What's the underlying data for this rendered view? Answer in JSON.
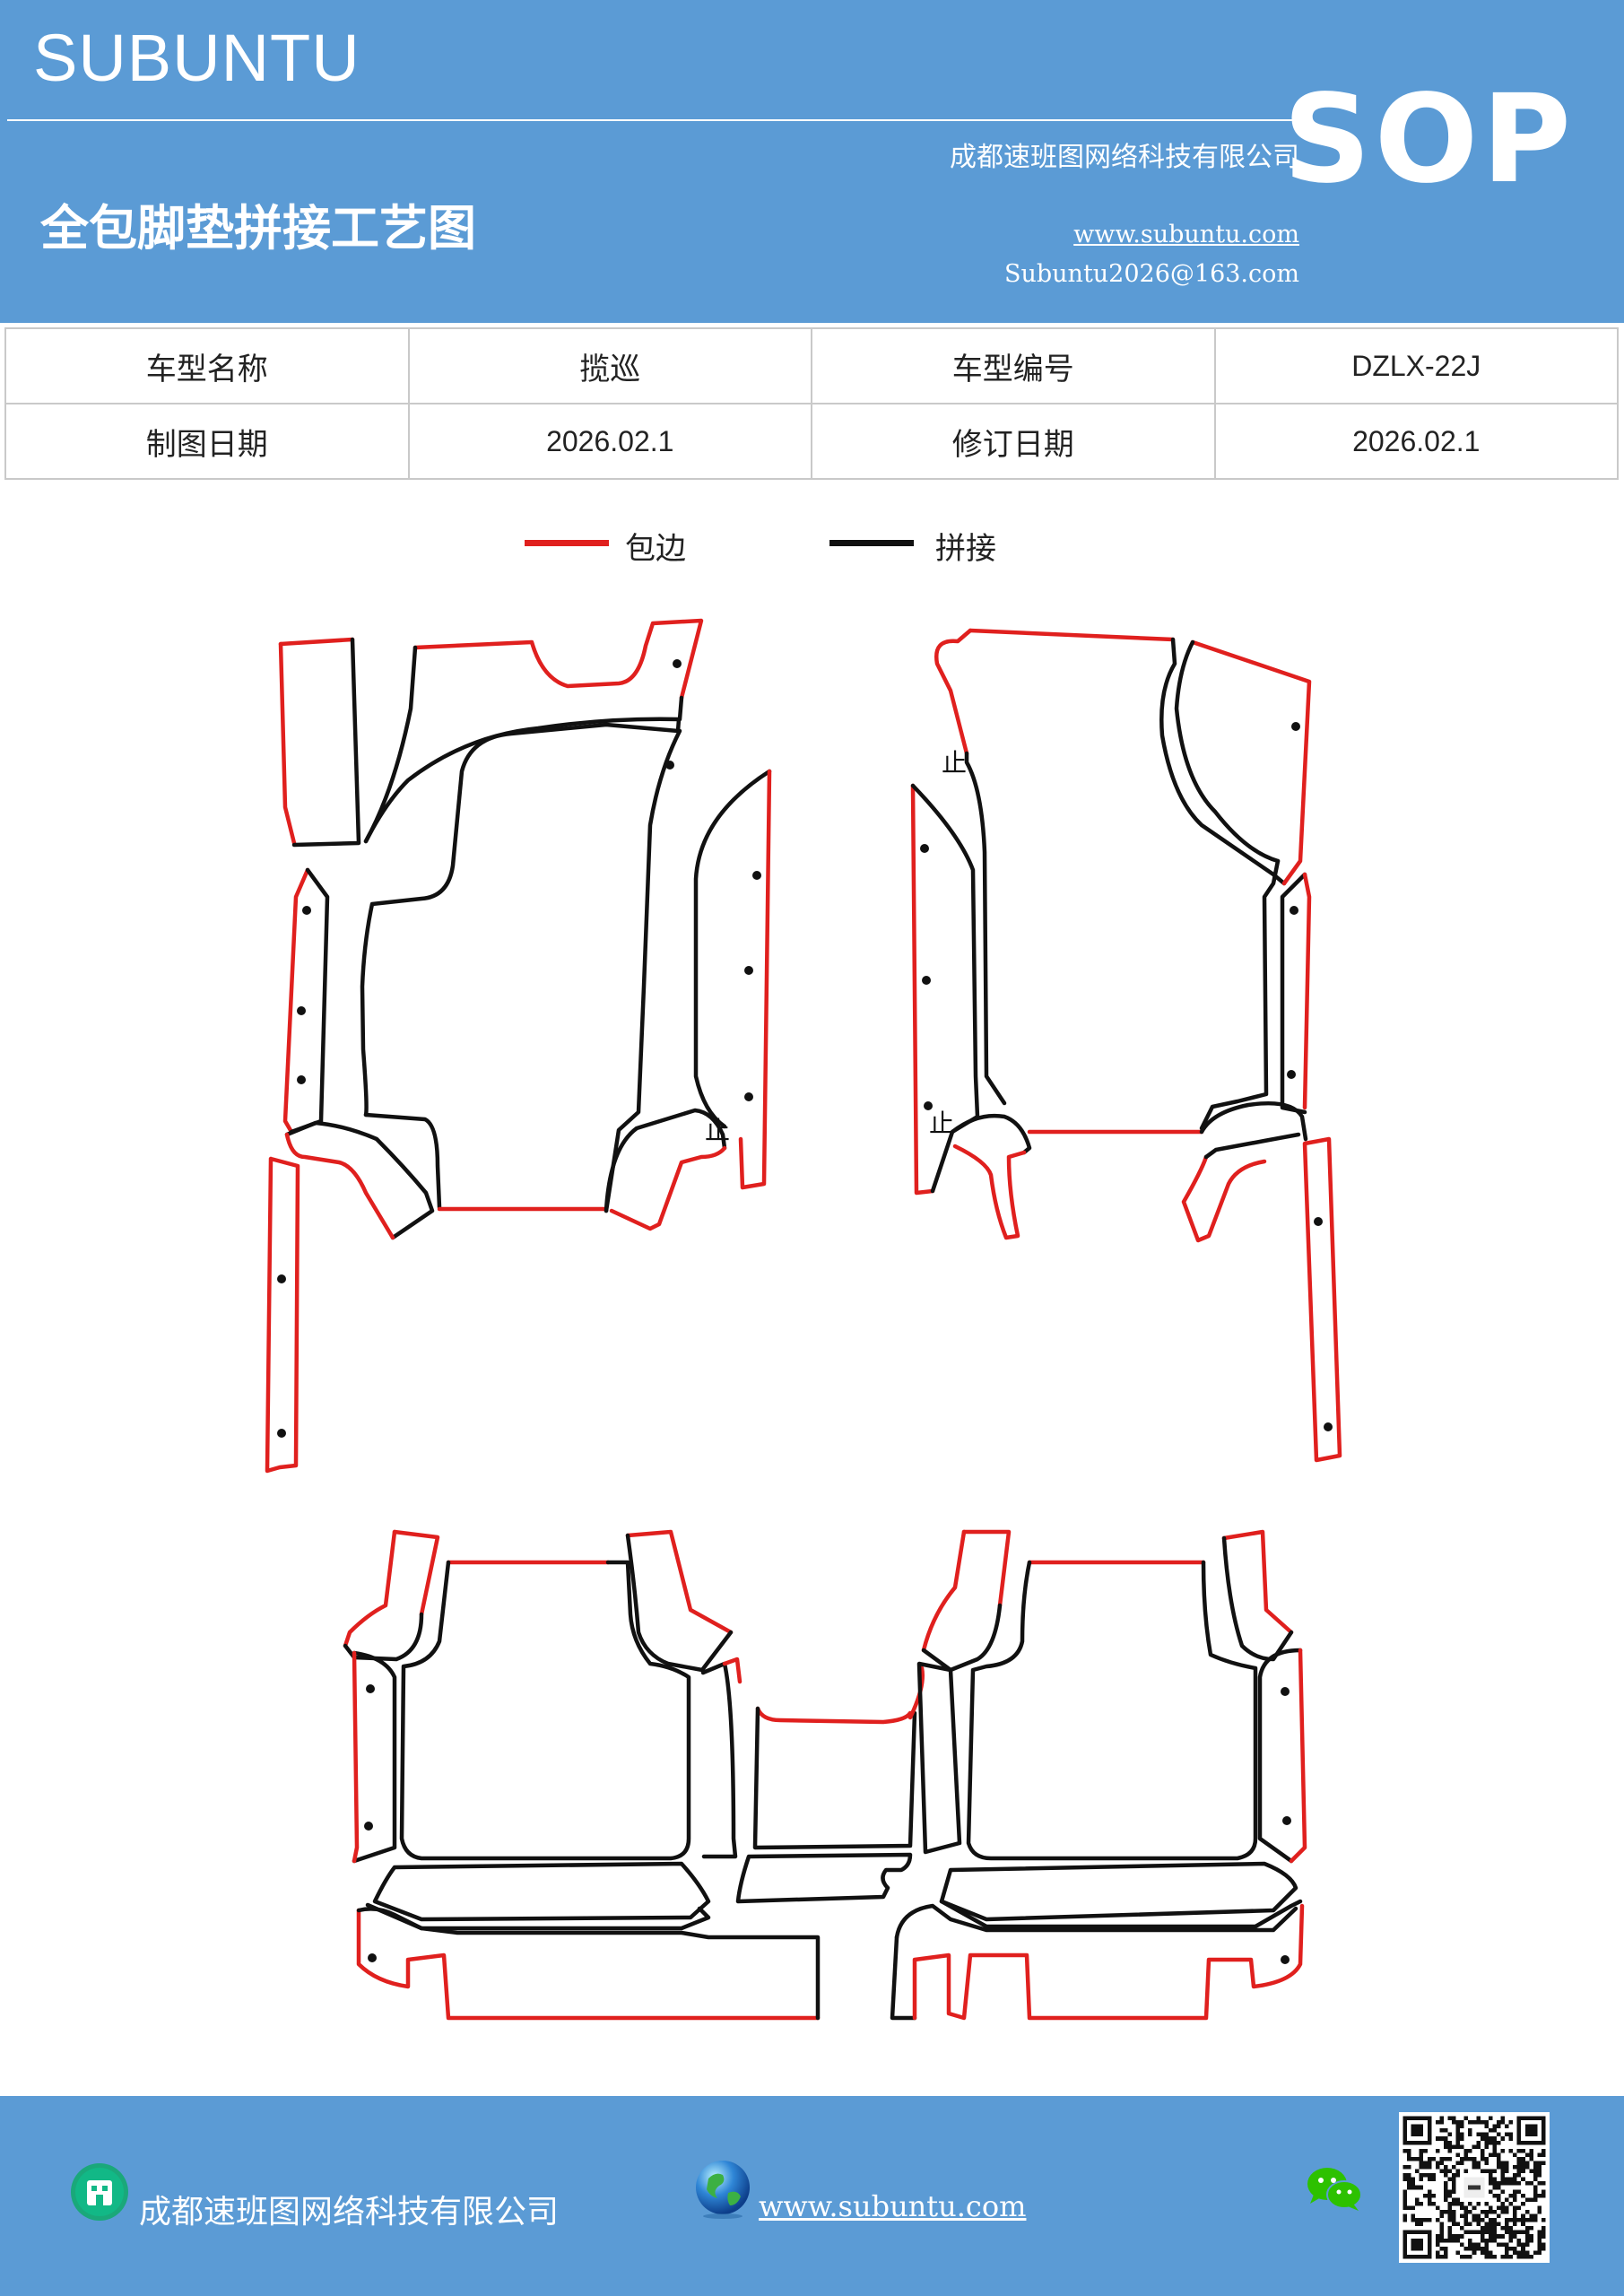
{
  "header": {
    "brand": "SUBUNTU",
    "company": "成都速班图网络科技有限公司",
    "website": "www.subuntu.com",
    "email": "Subuntu2026@163.com",
    "title": "全包脚垫拼接工艺图",
    "badge": "SOP"
  },
  "info": {
    "model_name_label": "车型名称",
    "model_name_value": "揽巡",
    "model_code_label": "车型编号",
    "model_code_value": "DZLX-22J",
    "draw_date_label": "制图日期",
    "draw_date_value": "2026.02.1",
    "revise_date_label": "修订日期",
    "revise_date_value": "2026.02.1"
  },
  "legend": {
    "edge_label": "包边",
    "edge_color": "#e0201e",
    "seam_label": "拼接",
    "seam_color": "#111111"
  },
  "diagram": {
    "stop_mark": "止"
  },
  "footer": {
    "company": "成都速班图网络科技有限公司",
    "website": "www.subuntu.com",
    "icons": [
      "building-icon",
      "globe-icon",
      "wechat-icon",
      "qr-code"
    ]
  }
}
